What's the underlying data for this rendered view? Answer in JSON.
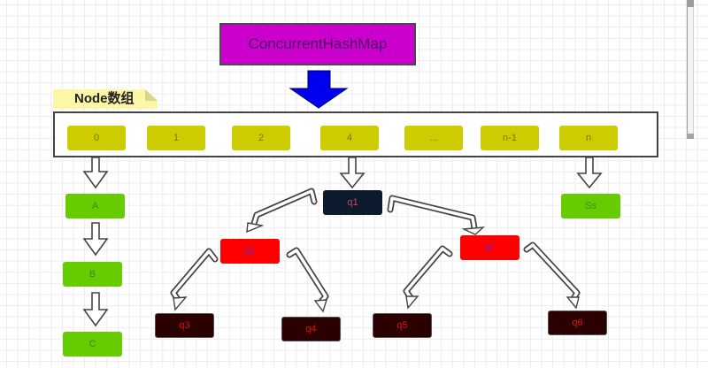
{
  "header": {
    "title": "ConcurrentHashMap"
  },
  "note": {
    "label": "Node数组"
  },
  "array": {
    "cells": [
      "0",
      "1",
      "2",
      "4",
      "...",
      "n-1",
      "n"
    ]
  },
  "chain": {
    "nodes": [
      "A",
      "B",
      "C"
    ]
  },
  "tail_node": {
    "label": "Ss"
  },
  "tree": {
    "root": "q1",
    "left": "q2",
    "right": "q7",
    "left_left": "q3",
    "left_right": "q4",
    "right_left": "q5",
    "right_right": "q6"
  },
  "colors": {
    "title_fill": "#cc00cc",
    "array_cell": "#cccc00",
    "list_node": "#66cc00",
    "root_node": "#0c1b2e",
    "red_node": "#ff0000",
    "leaf_node": "#2b0000",
    "main_arrow": "#0000ee"
  }
}
